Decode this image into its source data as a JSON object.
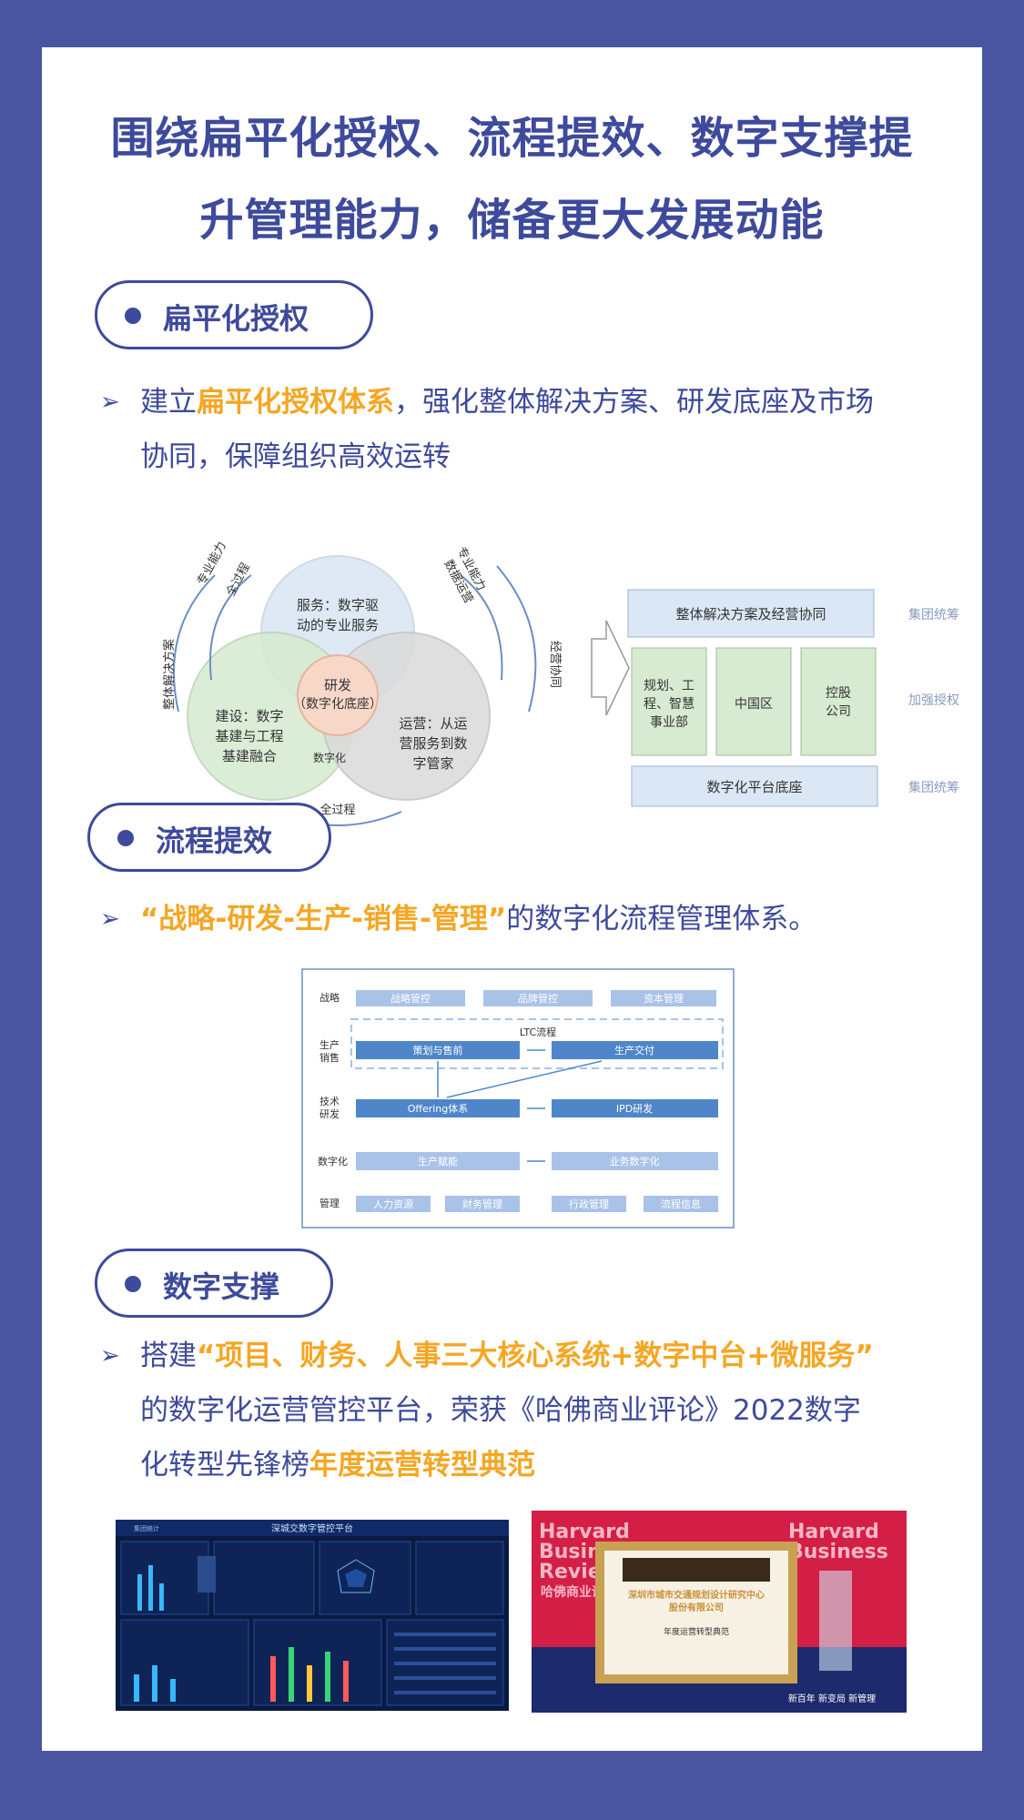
{
  "title": {
    "line1": "围绕扁平化授权、流程提效、数字支撑提",
    "line2": "升管理能力，储备更大发展动能"
  },
  "sections": {
    "s1": {
      "label": "扁平化授权",
      "text_a": "建立",
      "text_hl": "扁平化授权体系",
      "text_b": "，强化整体解决方案、研发底座及市场",
      "text_c": "协同，保障组织高效运转"
    },
    "s2": {
      "label": "流程提效",
      "text_hl": "“战略-研发-生产-销售-管理”",
      "text_b": "的数字化流程管理体系。"
    },
    "s3": {
      "label": "数字支撑",
      "text_a": "搭建",
      "text_hl": "“项目、财务、人事三大核心系统+数字中台+微服务”",
      "text_b": "的数字化运营管控平台，荣获《哈佛商业评论》2022数字",
      "text_c": "化转型先锋榜",
      "text_hl2": "年度运营转型典范"
    }
  },
  "venn": {
    "top_1": "服务：数字驱",
    "top_2": "动的专业服务",
    "left_1": "建设：数字",
    "left_2": "基建与工程",
    "left_3": "基建融合",
    "right_1": "运营：从运",
    "right_2": "营服务到数",
    "right_3": "字管家",
    "center_1": "研发",
    "center_2": "（数字化底座）",
    "digital": "数字化",
    "arc_left_outer": "整体解决方案",
    "arc_left_1": "专业能力",
    "arc_left_2": "全过程",
    "arc_right_1": "专业能力",
    "arc_right_2": "数据运营",
    "arc_right_outer": "经营协同",
    "arc_bottom": "全过程"
  },
  "org": {
    "top": "整体解决方案及经营协同",
    "mid_1a": "规划、工",
    "mid_1b": "程、智慧",
    "mid_1c": "事业部",
    "mid_2": "中国区",
    "mid_3a": "控股",
    "mid_3b": "公司",
    "bottom": "数字化平台底座",
    "side_1": "集团统筹",
    "side_2": "加强授权",
    "side_3": "集团统筹"
  },
  "flow": {
    "rows": [
      "战略",
      "生产",
      "销售",
      "技术",
      "研发",
      "数字化",
      "管理"
    ],
    "strategy": [
      "战略管控",
      "品牌管控",
      "资本管理"
    ],
    "ltc": "LTC流程",
    "plan": "策划与售前",
    "deliver": "生产交付",
    "offering": "Offering体系",
    "ipd": "IPD研发",
    "enable": "生产赋能",
    "biz_digital": "业务数字化",
    "manage": [
      "人力资源",
      "财务管理",
      "行政管理",
      "流程信息"
    ]
  },
  "photo1": {
    "header": "深城交数字管控平台",
    "tab": "集团统计"
  },
  "photo2": {
    "brand_1": "Harvard",
    "brand_2": "Business",
    "brand_3": "Review",
    "brand_cn": "哈佛商业评论",
    "cert_1": "深圳市城市交通规划设计研究中心",
    "cert_2": "股份有限公司",
    "cert_3": "年度运营转型典范",
    "bottom": "新百年 新变局 新管理"
  },
  "colors": {
    "brand": "#3e4a9b",
    "highlight": "#f5a623",
    "frame": "#4a55a2"
  }
}
